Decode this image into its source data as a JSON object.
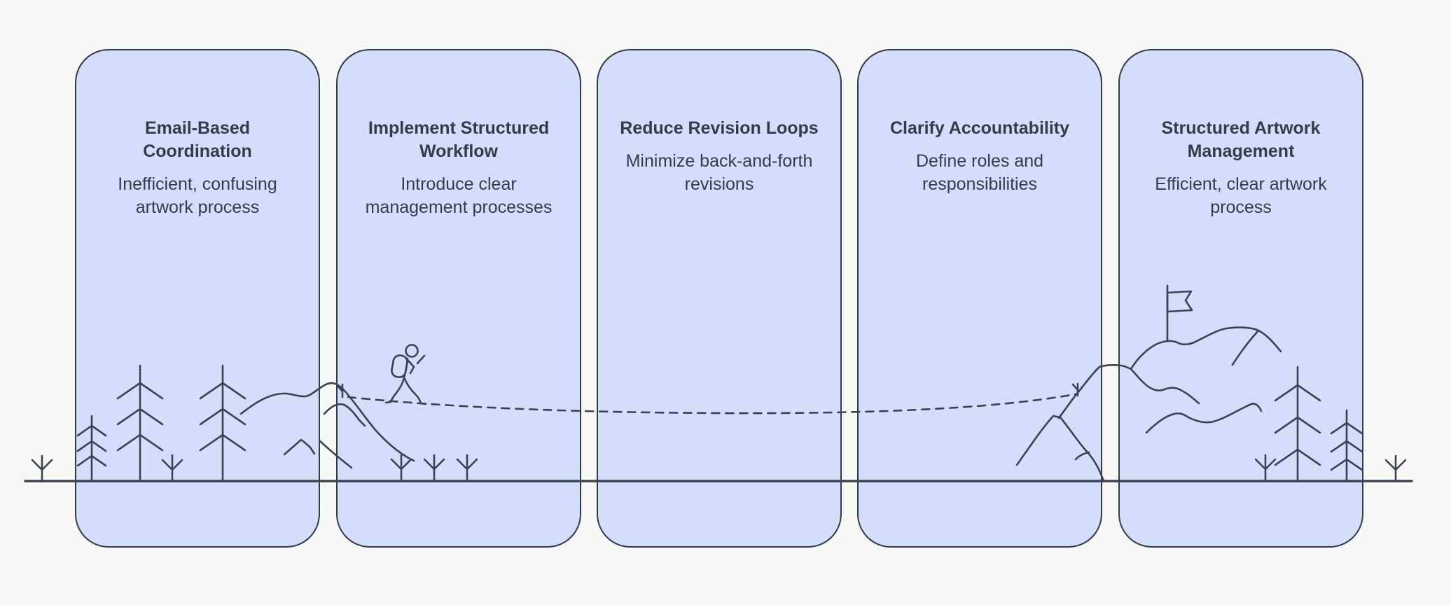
{
  "diagram": {
    "type": "journey-roadmap",
    "background_color": "#f8f8f6",
    "card_fill_color": "#d3dffa",
    "card_border_color": "#323a47",
    "text_color": "#343c4a",
    "line_color": "#3a4354",
    "stages": [
      {
        "title": "Email-Based Coordination",
        "description": "Inefficient, confusing artwork process"
      },
      {
        "title": "Implement Structured Workflow",
        "description": "Introduce clear management processes"
      },
      {
        "title": "Reduce Revision Loops",
        "description": "Minimize back-and-forth revisions"
      },
      {
        "title": "Clarify Accountability",
        "description": "Define roles and responsibilities"
      },
      {
        "title": "Structured Artwork Management",
        "description": "Efficient, clear artwork process"
      }
    ],
    "illustration_icons": [
      "sapling-icon",
      "pine-tree-icon",
      "mountain-icon",
      "hiker-icon",
      "flag-icon",
      "dashed-trail",
      "ground-line"
    ]
  }
}
